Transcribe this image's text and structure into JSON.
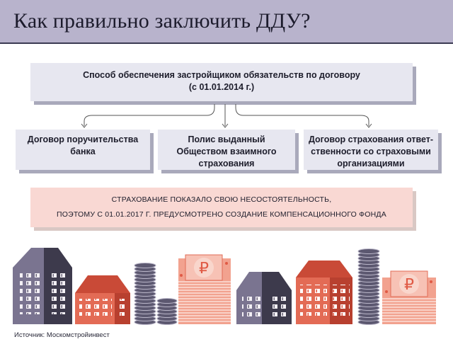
{
  "header": {
    "title": "Как правильно заключить ДДУ?"
  },
  "main_box": {
    "line1": "Способ обеспечения застройщиком обязательств по договору",
    "line2": "(с 01.01.2014 г.)"
  },
  "options": [
    {
      "line1": "Договор поручительства",
      "line2": "банка",
      "line3": ""
    },
    {
      "line1": "Полис выданный",
      "line2": "Обществом взаимного",
      "line3": "страхования"
    },
    {
      "line1": "Договор страхования ответ-",
      "line2": "ственности со страховыми",
      "line3": "организациями"
    }
  ],
  "note": {
    "line1": "СТРАХОВАНИЕ ПОКАЗАЛО СВОЮ НЕСОСТОЯТЕЛЬНОСТЬ,",
    "line2": "ПОЭТОМУ С 01.01.2017 Г. ПРЕДУСМОТРЕНО СОЗДАНИЕ КОМПЕНСАЦИОННОГО ФОНДА"
  },
  "banknote_symbol": "₽",
  "source": "Источник: Москомстройинвест",
  "colors": {
    "header_bg": "#b8b3cc",
    "box_bg": "#e7e7f0",
    "note_bg": "#f9d8d3",
    "accent_red": "#e05a45",
    "dark_building": "#4a4658"
  }
}
